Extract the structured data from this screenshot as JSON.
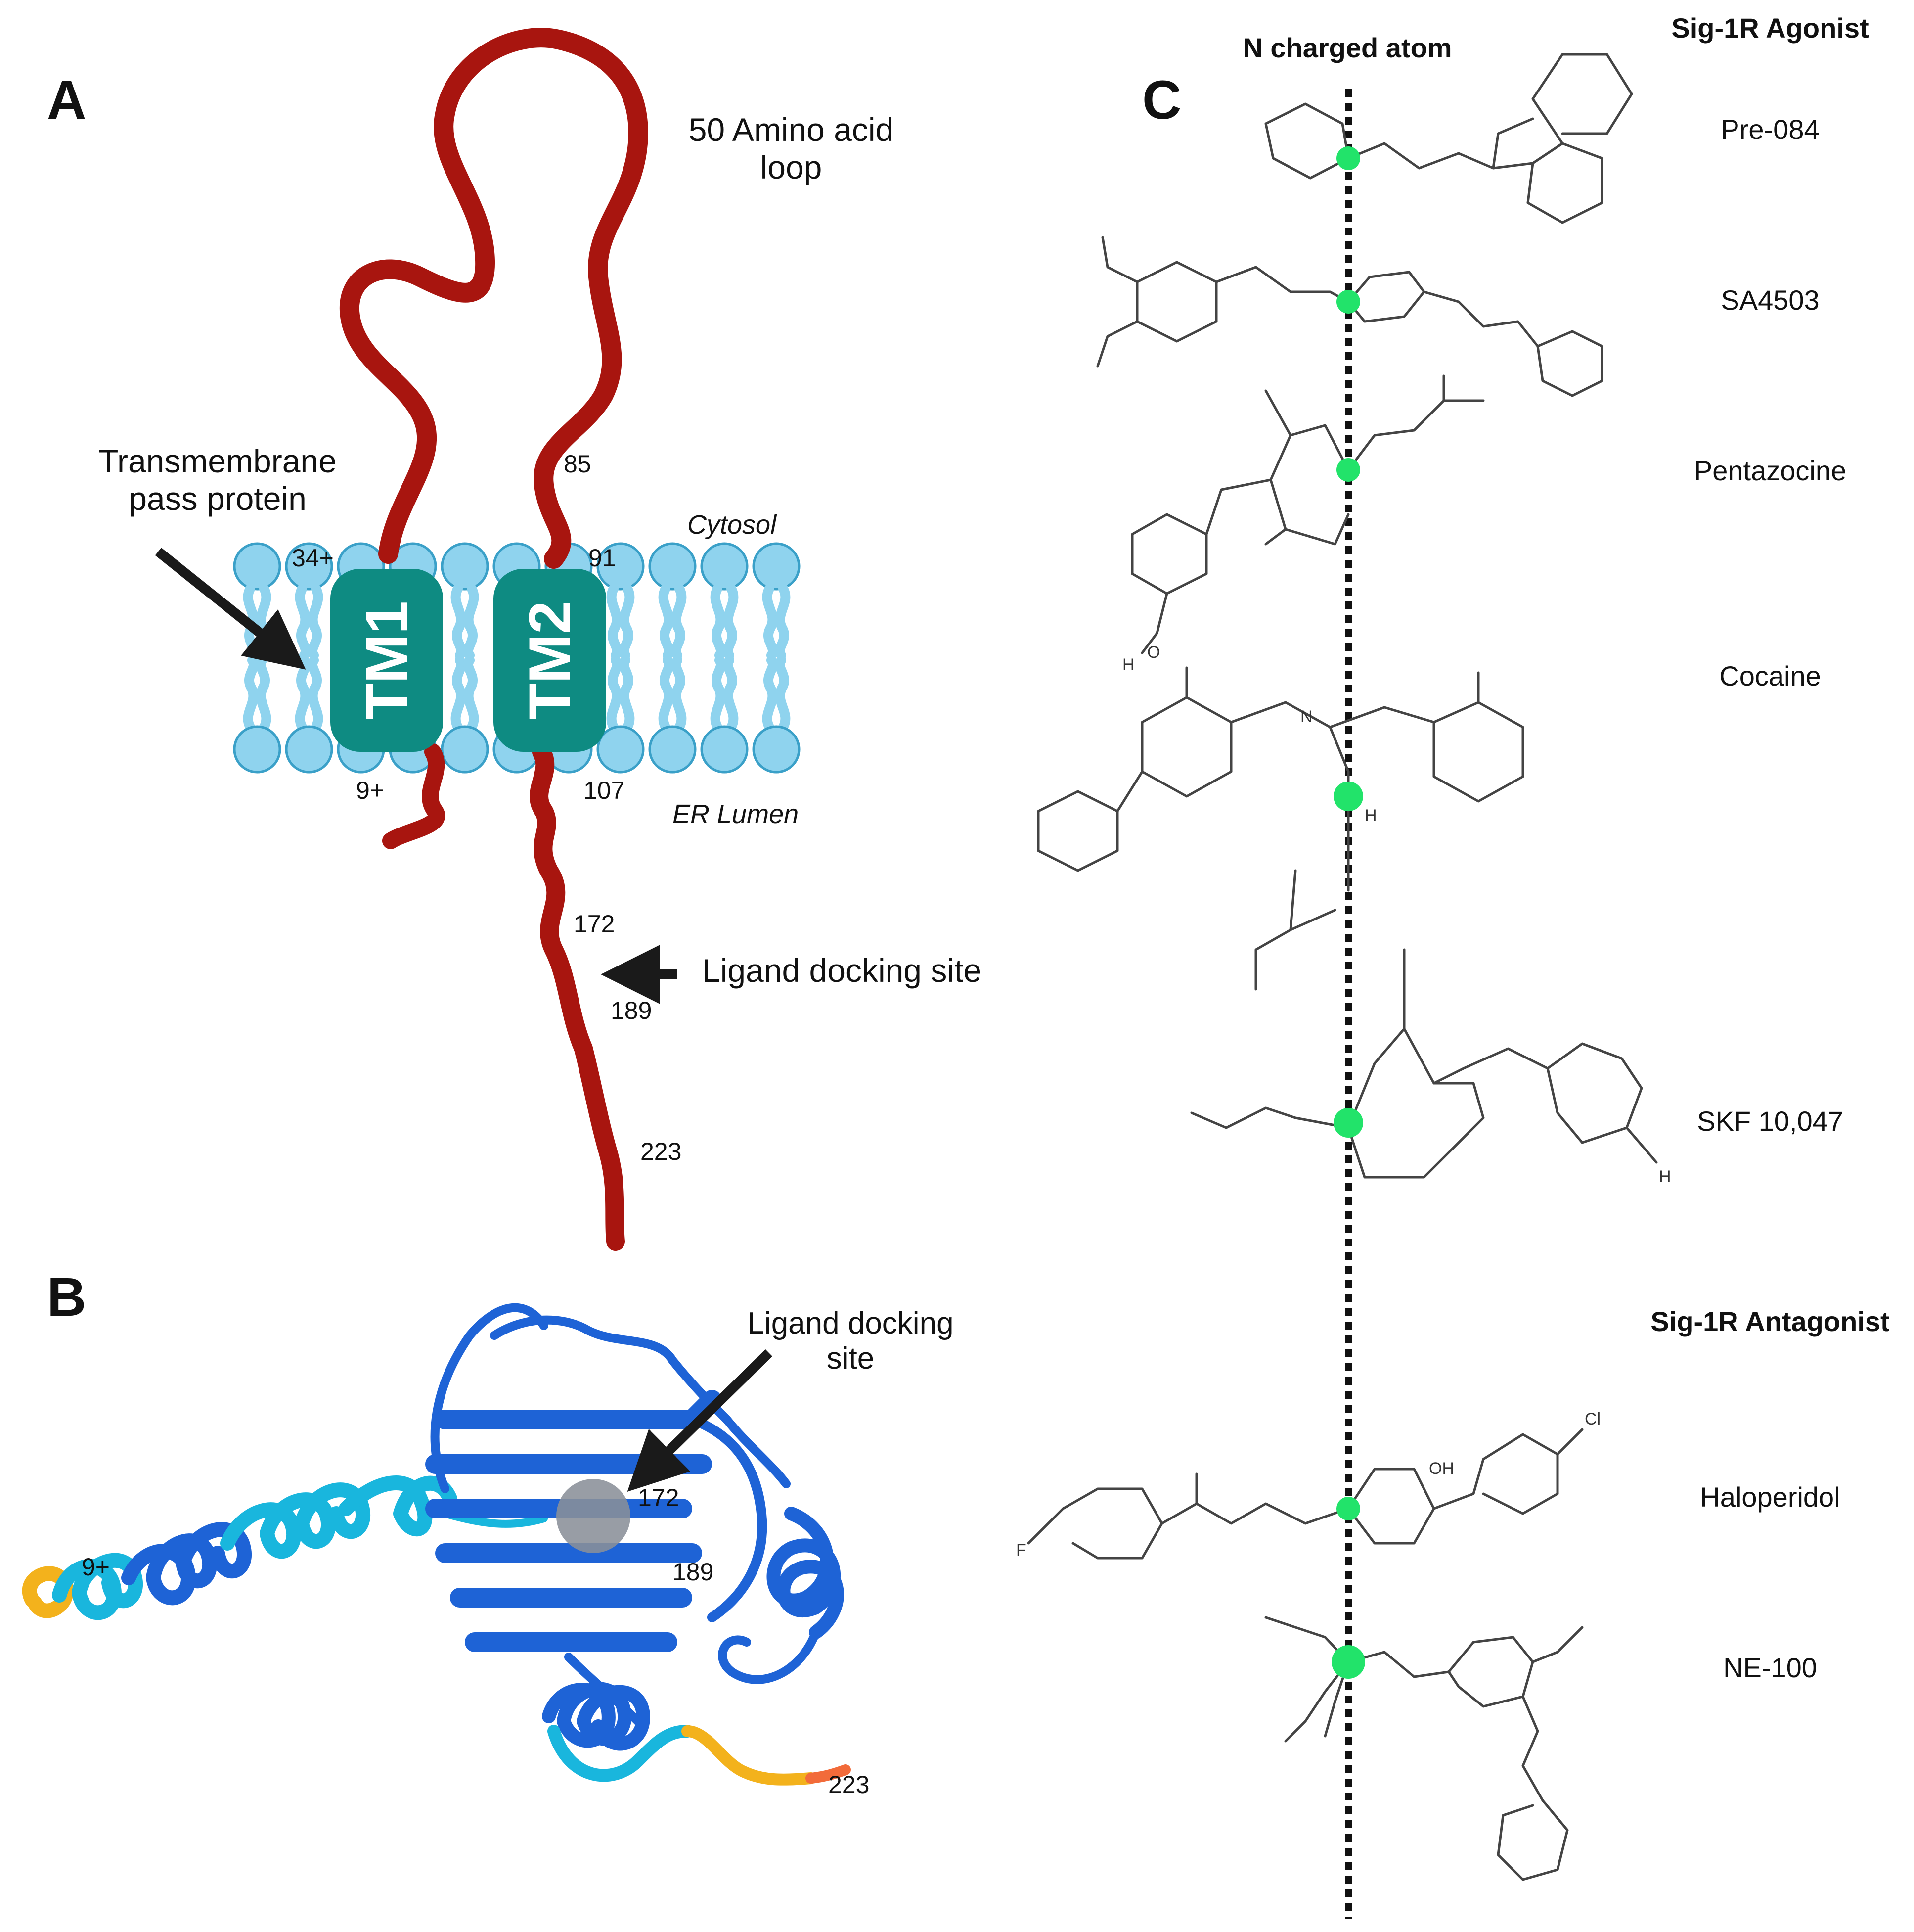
{
  "panels": {
    "a": "A",
    "b": "B",
    "c": "C"
  },
  "panel_a": {
    "loop_label_line1": "50 Amino acid",
    "loop_label_line2": "loop",
    "transmembrane_line1": "Transmembrane",
    "transmembrane_line2": "pass protein",
    "cytosol": "Cytosol",
    "er_lumen": "ER Lumen",
    "tm1": "TM1",
    "tm2": "TM2",
    "ligand_site": "Ligand docking site",
    "residues": {
      "r85": "85",
      "r34": "34+",
      "r91": "91",
      "r9": "9+",
      "r107": "107",
      "r172": "172",
      "r189": "189",
      "r223": "223"
    }
  },
  "panel_b": {
    "ligand_line1": "Ligand docking",
    "ligand_line2": "site",
    "residues": {
      "r9": "9+",
      "r172": "172",
      "r189": "189",
      "r223": "223"
    }
  },
  "panel_c": {
    "n_charged": "N charged atom",
    "agonist_header": "Sig-1R Agonist",
    "antagonist_header": "Sig-1R Antagonist",
    "compounds": [
      "Pre-084",
      "SA4503",
      "Pentazocine",
      "Cocaine",
      "SKF 10,047",
      "Haloperidol",
      "NE-100"
    ],
    "atoms": {
      "h": "H",
      "o": "O",
      "oh": "OH",
      "cl": "Cl",
      "f": "F",
      "n": "N"
    }
  },
  "colors": {
    "protein": "#a8150f",
    "tm_box": "#0e8b82",
    "lipid_head": "#8fd3ee",
    "lipid_stroke": "#3aa0c8",
    "helix_blue": "#1e63d6",
    "helix_cyan": "#19b6dd",
    "helix_yellow": "#f3b21c",
    "n_atom": "#22e36a",
    "pocket": "#8a8f98"
  }
}
